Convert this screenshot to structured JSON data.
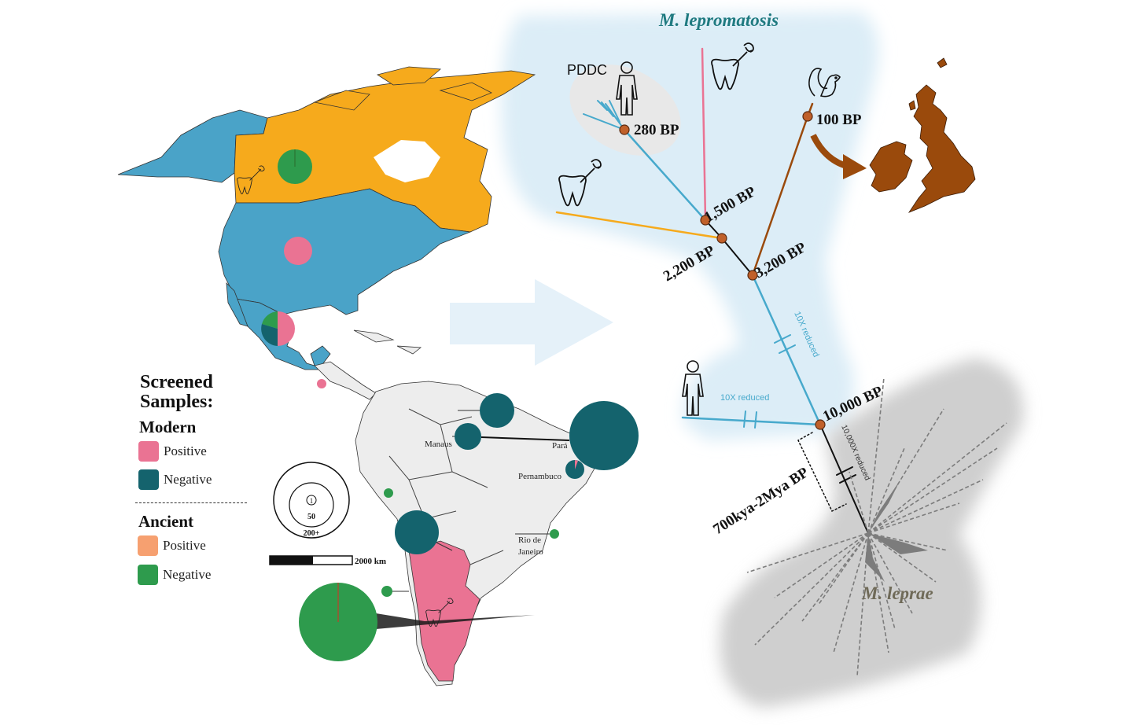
{
  "colors": {
    "canada": "#f6aa1c",
    "usa_mexico": "#4aa3c8",
    "south_america": "#ededed",
    "argentina": "#ea7393",
    "positive_modern": "#ea7393",
    "negative_modern": "#14636d",
    "positive_ancient": "#f6a070",
    "negative_ancient": "#2e9b4d",
    "lepromatosis_bg": "#dcedf7",
    "leprae_bg": "#cfcfcf",
    "branch_blue": "#47a9cc",
    "branch_pink": "#ea7393",
    "branch_orange": "#f6aa1c",
    "branch_brown": "#9a4a0c",
    "uk_fill": "#9a4a0c"
  },
  "legend": {
    "title": "Screened Samples:",
    "modern": {
      "heading": "Modern",
      "positive": "Positive",
      "negative": "Negative"
    },
    "ancient": {
      "heading": "Ancient",
      "positive": "Positive",
      "negative": "Negative"
    }
  },
  "scale": {
    "size_key_small": "1",
    "size_key_mid": "50",
    "size_key_large": "200+",
    "distance": "2000 km"
  },
  "map_labels": {
    "manaus": "Manaus",
    "para": "Pará",
    "pernambuco": "Pernambuco",
    "rio": [
      "Rio de",
      "Janeiro"
    ]
  },
  "tree": {
    "lepromatosis_title": "M. lepromatosis",
    "leprae_title": "M. leprae",
    "pddc": "PDDC",
    "nodes": {
      "bp280": "280 BP",
      "bp1500": "1,500 BP",
      "bp2200": "2,200 BP",
      "bp3200": "3,200 BP",
      "bp100": "100 BP",
      "bp10000": "10,000 BP",
      "bp_range": "700kya-2Mya BP"
    },
    "reductions": {
      "vertical": "10X reduced",
      "horizontal": "10X reduced",
      "leprae": "10,000X reduced"
    }
  }
}
